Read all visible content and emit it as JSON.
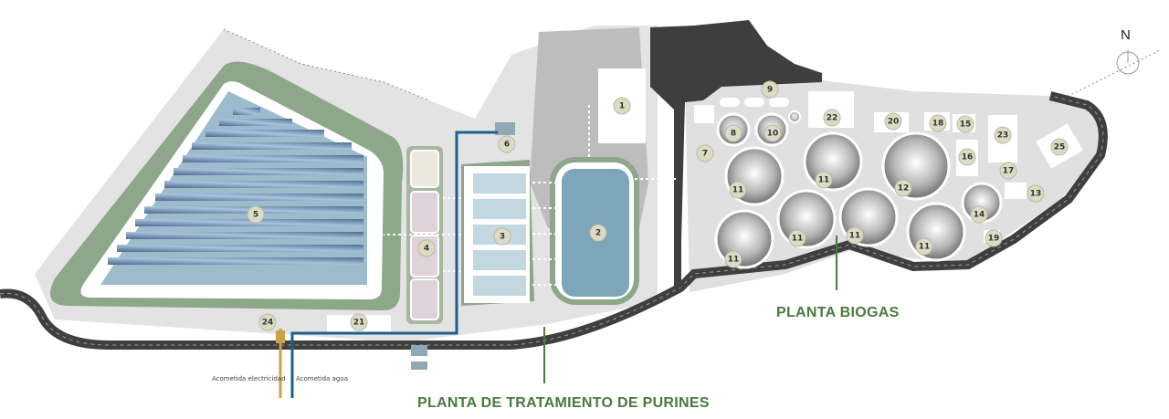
{
  "map": {
    "compass": {
      "label": "N",
      "icon": "north-arrow-icon"
    },
    "sections": {
      "biogas": "PLANTA BIOGAS",
      "purines": "PLANTA DE TRATAMIENTO DE PURINES"
    },
    "utilities": {
      "electricity": "Acometida electricidad",
      "water": "Acometida agua"
    },
    "colors": {
      "section_label": "#4a7a3c",
      "water_line": "#1d5f8c",
      "electric_line": "#c9a24a",
      "road": "#3f3f3f",
      "pond": "#8fb4c6",
      "berm": "#8ea68a",
      "ground": "#e3e3e3",
      "marker": "#dcdcc6"
    },
    "markers": [
      {
        "id": "1",
        "label": "1"
      },
      {
        "id": "2",
        "label": "2"
      },
      {
        "id": "3",
        "label": "3"
      },
      {
        "id": "4",
        "label": "4"
      },
      {
        "id": "5",
        "label": "5"
      },
      {
        "id": "6",
        "label": "6"
      },
      {
        "id": "7",
        "label": "7"
      },
      {
        "id": "8",
        "label": "8"
      },
      {
        "id": "9",
        "label": "9"
      },
      {
        "id": "10",
        "label": "10"
      },
      {
        "id": "11a",
        "label": "11"
      },
      {
        "id": "11b",
        "label": "11"
      },
      {
        "id": "11c",
        "label": "11"
      },
      {
        "id": "11d",
        "label": "11"
      },
      {
        "id": "11e",
        "label": "11"
      },
      {
        "id": "11f",
        "label": "11"
      },
      {
        "id": "12",
        "label": "12"
      },
      {
        "id": "13",
        "label": "13"
      },
      {
        "id": "14",
        "label": "14"
      },
      {
        "id": "15",
        "label": "15"
      },
      {
        "id": "16",
        "label": "16"
      },
      {
        "id": "17",
        "label": "17"
      },
      {
        "id": "18",
        "label": "18"
      },
      {
        "id": "19",
        "label": "19"
      },
      {
        "id": "20",
        "label": "20"
      },
      {
        "id": "21",
        "label": "21"
      },
      {
        "id": "22",
        "label": "22"
      },
      {
        "id": "23",
        "label": "23"
      },
      {
        "id": "24",
        "label": "24"
      },
      {
        "id": "25",
        "label": "25"
      }
    ]
  }
}
